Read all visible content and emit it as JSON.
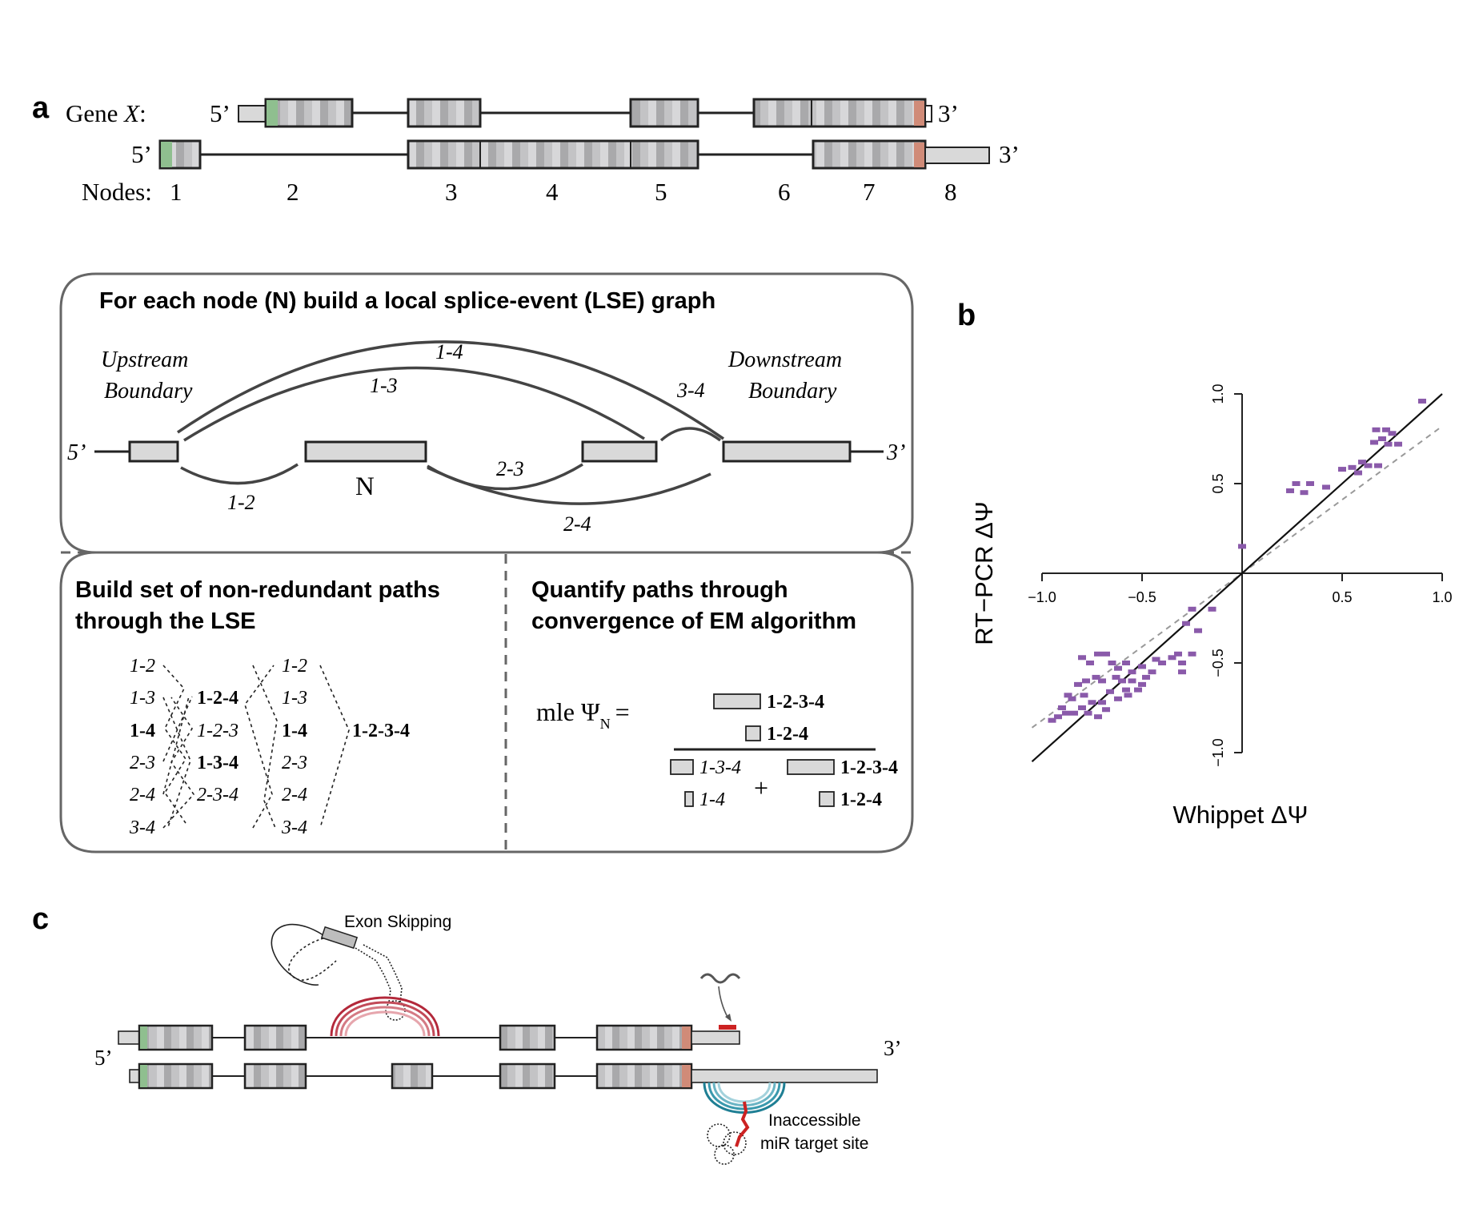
{
  "panel_a": {
    "label": "a",
    "gene_label_prefix": "Gene ",
    "gene_label_var": "X",
    "gene_label_suffix": ":",
    "five_prime": "5’",
    "three_prime": "3’",
    "nodes_label": "Nodes:",
    "nodes": [
      "1",
      "2",
      "3",
      "4",
      "5",
      "6",
      "7",
      "8"
    ],
    "lse_title": "For each node (N) build a local splice-event (LSE) graph",
    "upstream_1": "Upstream",
    "upstream_2": "Boundary",
    "downstream_1": "Downstream",
    "downstream_2": "Boundary",
    "node_N": "N",
    "edges": {
      "e14": "1-4",
      "e13": "1-3",
      "e34": "3-4",
      "e23": "2-3",
      "e12": "1-2",
      "e24": "2-4"
    },
    "paths_title_1": "Build set of non-redundant paths",
    "paths_title_2": "through the LSE",
    "quant_title_1": "Quantify paths through",
    "quant_title_2": "convergence of EM algorithm",
    "path_edges_left": [
      "1-2",
      "1-3",
      "1-4",
      "2-3",
      "2-4",
      "3-4"
    ],
    "path_mid": [
      "1-2-4",
      "1-2-3",
      "1-3-4",
      "2-3-4"
    ],
    "path_edges_right": [
      "1-2",
      "1-3",
      "1-4",
      "2-3",
      "2-4",
      "3-4"
    ],
    "path_final": "1-2-3-4",
    "mle": "mle Ψ",
    "mle_sub": "N",
    "equals": "=",
    "plus": "+",
    "frac_num": [
      "1-2-3-4",
      "1-2-4"
    ],
    "frac_den_left": [
      "1-3-4",
      "1-4"
    ],
    "frac_den_right": [
      "1-2-3-4",
      "1-2-4"
    ]
  },
  "panel_b": {
    "label": "b",
    "chart_data": {
      "type": "scatter",
      "xlabel": "Whippet ΔΨ",
      "ylabel": "RT−PCR ΔΨ",
      "xlim": [
        -1.0,
        1.0
      ],
      "ylim": [
        -1.0,
        1.0
      ],
      "xticks": [
        "−1.0",
        "−0.5",
        "0.5",
        "1.0"
      ],
      "yticks": [
        "1.0",
        "0.5",
        "−0.5",
        "−1.0"
      ],
      "point_color": "#8a5aaa",
      "series": [
        {
          "values": [
            [
              0.9,
              0.96
            ],
            [
              0.67,
              0.8
            ],
            [
              0.72,
              0.8
            ],
            [
              0.75,
              0.78
            ],
            [
              0.7,
              0.75
            ],
            [
              0.66,
              0.73
            ],
            [
              0.73,
              0.72
            ],
            [
              0.78,
              0.72
            ],
            [
              0.6,
              0.62
            ],
            [
              0.63,
              0.6
            ],
            [
              0.68,
              0.6
            ],
            [
              0.55,
              0.59
            ],
            [
              0.5,
              0.58
            ],
            [
              0.58,
              0.56
            ],
            [
              0.27,
              0.5
            ],
            [
              0.34,
              0.5
            ],
            [
              0.42,
              0.48
            ],
            [
              0.24,
              0.46
            ],
            [
              0.31,
              0.45
            ],
            [
              0.0,
              0.15
            ],
            [
              -0.25,
              -0.2
            ],
            [
              -0.15,
              -0.2
            ],
            [
              -0.28,
              -0.28
            ],
            [
              -0.22,
              -0.32
            ],
            [
              -0.32,
              -0.45
            ],
            [
              -0.3,
              -0.5
            ],
            [
              -0.3,
              -0.55
            ],
            [
              -0.43,
              -0.48
            ],
            [
              -0.5,
              -0.52
            ],
            [
              -0.55,
              -0.55
            ],
            [
              -0.58,
              -0.5
            ],
            [
              -0.48,
              -0.58
            ],
            [
              -0.55,
              -0.6
            ],
            [
              -0.52,
              -0.65
            ],
            [
              -0.58,
              -0.65
            ],
            [
              -0.6,
              -0.6
            ],
            [
              -0.65,
              -0.5
            ],
            [
              -0.68,
              -0.45
            ],
            [
              -0.72,
              -0.45
            ],
            [
              -0.76,
              -0.5
            ],
            [
              -0.8,
              -0.47
            ],
            [
              -0.62,
              -0.7
            ],
            [
              -0.66,
              -0.66
            ],
            [
              -0.7,
              -0.6
            ],
            [
              -0.73,
              -0.58
            ],
            [
              -0.78,
              -0.6
            ],
            [
              -0.82,
              -0.62
            ],
            [
              -0.85,
              -0.7
            ],
            [
              -0.7,
              -0.72
            ],
            [
              -0.75,
              -0.72
            ],
            [
              -0.8,
              -0.75
            ],
            [
              -0.84,
              -0.78
            ],
            [
              -0.88,
              -0.78
            ],
            [
              -0.92,
              -0.8
            ],
            [
              -0.95,
              -0.82
            ],
            [
              -0.9,
              -0.75
            ],
            [
              -0.68,
              -0.76
            ],
            [
              -0.72,
              -0.8
            ],
            [
              -0.77,
              -0.78
            ],
            [
              -0.63,
              -0.58
            ],
            [
              -0.5,
              -0.62
            ],
            [
              -0.45,
              -0.55
            ],
            [
              -0.4,
              -0.5
            ],
            [
              -0.35,
              -0.47
            ],
            [
              -0.25,
              -0.45
            ],
            [
              -0.62,
              -0.53
            ],
            [
              -0.57,
              -0.68
            ],
            [
              -0.87,
              -0.68
            ],
            [
              -0.79,
              -0.68
            ]
          ]
        }
      ],
      "fit_line": {
        "slope": 1.0
      },
      "reference_line": {
        "slope": 0.82,
        "style": "dashed"
      }
    }
  },
  "panel_c": {
    "label": "c",
    "exon_skipping": "Exon Skipping",
    "five_prime": "5’",
    "three_prime": "3’",
    "mir_1": "Inaccessible",
    "mir_2": "miR target site"
  }
}
